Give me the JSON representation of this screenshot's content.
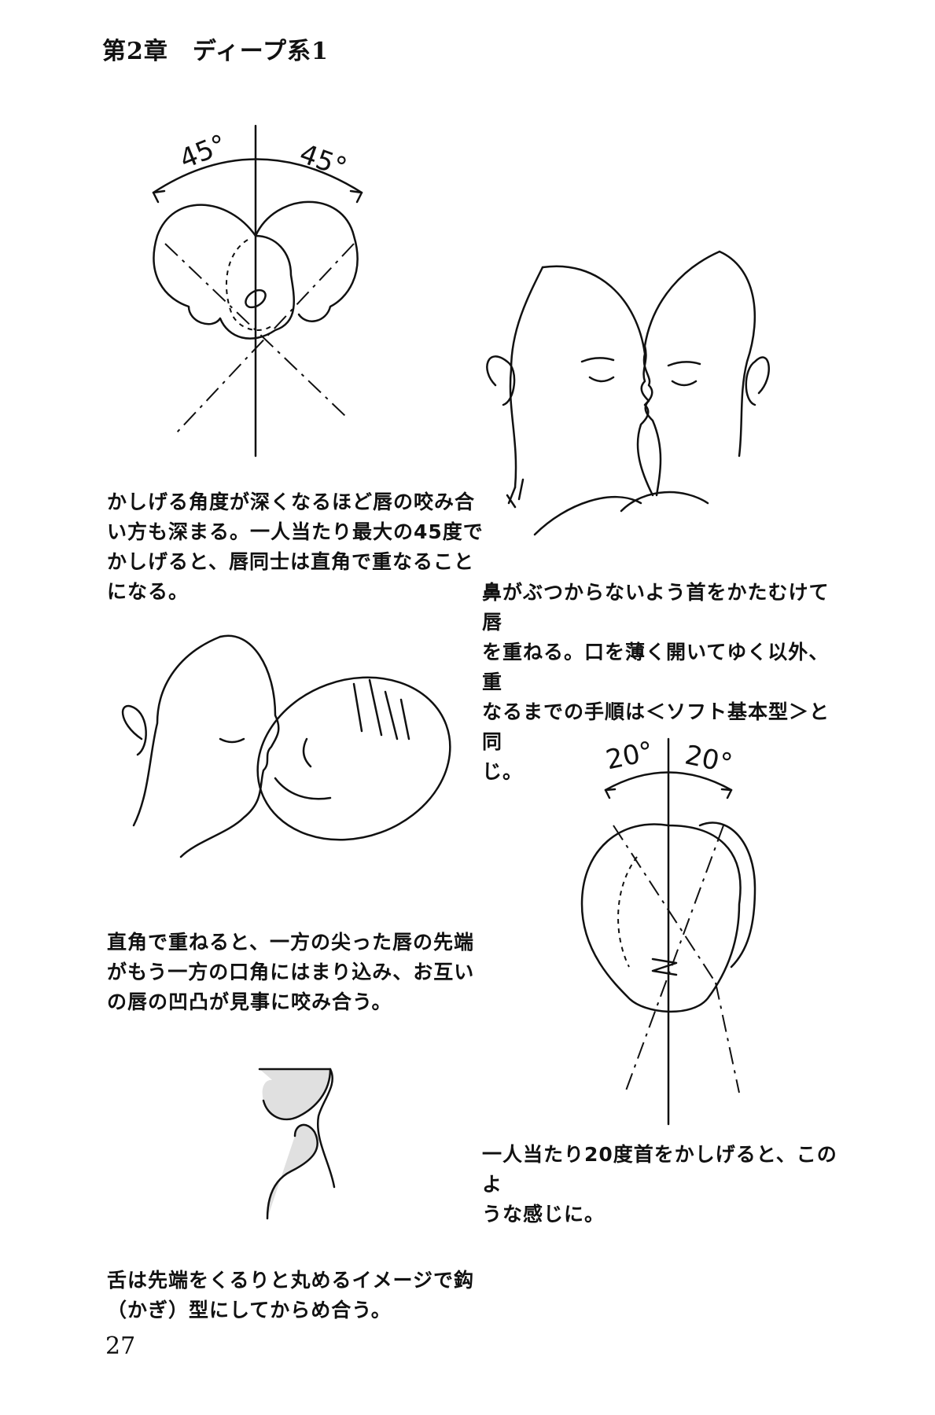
{
  "header": {
    "title": "第2章　ディープ系1"
  },
  "captions": {
    "c1": [
      "かしげる角度が深くなるほど唇の咬み合",
      "い方も深まる。一人当たり最大の45度で",
      "かしげると、唇同士は直角で重なること",
      "になる。"
    ],
    "c2": [
      "鼻がぶつからないよう首をかたむけて唇",
      "を重ねる。口を薄く開いてゆく以外、重",
      "なるまでの手順は＜ソフト基本型＞と同",
      "じ。"
    ],
    "c3": [
      "直角で重ねると、一方の尖った唇の先端",
      "がもう一方の口角にはまり込み、お互い",
      "の唇の凹凸が見事に咬み合う。"
    ],
    "c4": [
      "一人当たり20度首をかしげると、このよ",
      "うな感じに。"
    ],
    "c5": [
      "舌は先端をくるりと丸めるイメージで鈎",
      "（かぎ）型にしてからめ合う。"
    ]
  },
  "figures": {
    "fig1": {
      "angle_left": "45°",
      "angle_right": "45°"
    },
    "fig4": {
      "angle_left": "20°",
      "angle_right": "20°"
    }
  },
  "page_number": "27"
}
